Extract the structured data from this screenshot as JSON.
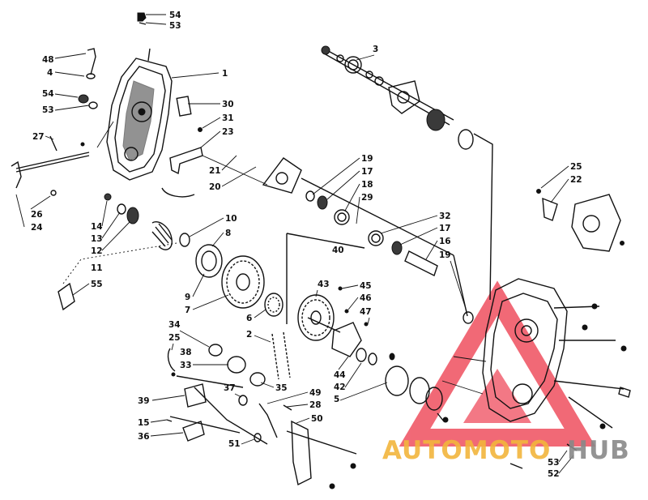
{
  "diagram": {
    "labels": [
      {
        "id": "54a",
        "text": "54"
      },
      {
        "id": "53a",
        "text": "53"
      },
      {
        "id": "48",
        "text": "48"
      },
      {
        "id": "4",
        "text": "4"
      },
      {
        "id": "54b",
        "text": "54"
      },
      {
        "id": "53b",
        "text": "53"
      },
      {
        "id": "1",
        "text": "1"
      },
      {
        "id": "30",
        "text": "30"
      },
      {
        "id": "31",
        "text": "31"
      },
      {
        "id": "23",
        "text": "23"
      },
      {
        "id": "27",
        "text": "27"
      },
      {
        "id": "21",
        "text": "21"
      },
      {
        "id": "20",
        "text": "20"
      },
      {
        "id": "26",
        "text": "26"
      },
      {
        "id": "24",
        "text": "24"
      },
      {
        "id": "3",
        "text": "3"
      },
      {
        "id": "19a",
        "text": "19"
      },
      {
        "id": "17a",
        "text": "17"
      },
      {
        "id": "18",
        "text": "18"
      },
      {
        "id": "29",
        "text": "29"
      },
      {
        "id": "25a",
        "text": "25"
      },
      {
        "id": "22",
        "text": "22"
      },
      {
        "id": "14",
        "text": "14"
      },
      {
        "id": "13",
        "text": "13"
      },
      {
        "id": "12",
        "text": "12"
      },
      {
        "id": "10",
        "text": "10"
      },
      {
        "id": "8",
        "text": "8"
      },
      {
        "id": "32",
        "text": "32"
      },
      {
        "id": "17b",
        "text": "17"
      },
      {
        "id": "16",
        "text": "16"
      },
      {
        "id": "19b",
        "text": "19"
      },
      {
        "id": "40",
        "text": "40"
      },
      {
        "id": "11",
        "text": "11"
      },
      {
        "id": "55",
        "text": "55"
      },
      {
        "id": "9",
        "text": "9"
      },
      {
        "id": "7",
        "text": "7"
      },
      {
        "id": "43",
        "text": "43"
      },
      {
        "id": "45",
        "text": "45"
      },
      {
        "id": "46",
        "text": "46"
      },
      {
        "id": "47",
        "text": "47"
      },
      {
        "id": "6",
        "text": "6"
      },
      {
        "id": "34",
        "text": "34"
      },
      {
        "id": "25b",
        "text": "25"
      },
      {
        "id": "2",
        "text": "2"
      },
      {
        "id": "38",
        "text": "38"
      },
      {
        "id": "33",
        "text": "33"
      },
      {
        "id": "44",
        "text": "44"
      },
      {
        "id": "42",
        "text": "42"
      },
      {
        "id": "5",
        "text": "5"
      },
      {
        "id": "35",
        "text": "35"
      },
      {
        "id": "37",
        "text": "37"
      },
      {
        "id": "49",
        "text": "49"
      },
      {
        "id": "28",
        "text": "28"
      },
      {
        "id": "39",
        "text": "39"
      },
      {
        "id": "50",
        "text": "50"
      },
      {
        "id": "15",
        "text": "15"
      },
      {
        "id": "36",
        "text": "36"
      },
      {
        "id": "51",
        "text": "51"
      },
      {
        "id": "53c",
        "text": "53"
      },
      {
        "id": "52",
        "text": "52"
      }
    ]
  },
  "watermark": {
    "text_part1": "AUTOMOTO",
    "text_part2": "HUB",
    "color_part1": "#f2b53c",
    "color_part2": "#888888",
    "triangle_color": "#ef4f5f"
  }
}
